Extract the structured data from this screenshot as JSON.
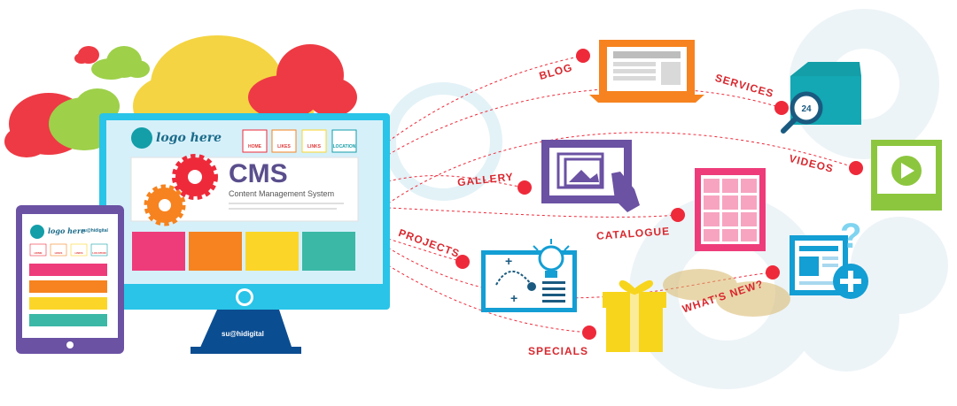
{
  "colors": {
    "red": "#ee2a3a",
    "orange": "#f6831f",
    "purple": "#6b52a3",
    "teal": "#139ea8",
    "green": "#8cc63f",
    "pink": "#ee3c7a",
    "yellow": "#fbd629",
    "monitor_blue": "#29c4e8",
    "stand_blue": "#0b4d91"
  },
  "monitor": {
    "logo_text": "logo here",
    "nav": [
      "HOME",
      "LIKES",
      "LINKS",
      "LOCATION"
    ],
    "cms_title": "CMS",
    "cms_subtitle": "Content Management System",
    "brand": "su@hidigital"
  },
  "tablet": {
    "logo_text": "logo here",
    "brand": "su@hidigital",
    "nav": [
      "HOME",
      "LIKES",
      "LINKS",
      "LOCATION"
    ]
  },
  "features": [
    {
      "label": "BLOG",
      "icon": "laptop-icon"
    },
    {
      "label": "SERVICES",
      "icon": "box-magnifier-24-icon"
    },
    {
      "label": "GALLERY",
      "icon": "gallery-touch-icon"
    },
    {
      "label": "VIDEOS",
      "icon": "video-play-icon"
    },
    {
      "label": "CATALOGUE",
      "icon": "catalogue-grid-icon"
    },
    {
      "label": "PROJECTS",
      "icon": "project-plan-icon"
    },
    {
      "label": "WHAT'S NEW?",
      "icon": "news-question-icon"
    },
    {
      "label": "SPECIALS",
      "icon": "gift-icon"
    }
  ]
}
